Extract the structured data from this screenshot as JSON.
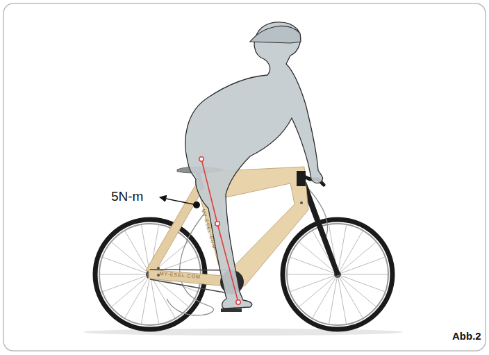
{
  "diagram": {
    "labels": [
      "5N-m",
      "MY-ESEL.COM",
      "MY-ESEL.COM",
      "Abb.2"
    ]
  }
}
